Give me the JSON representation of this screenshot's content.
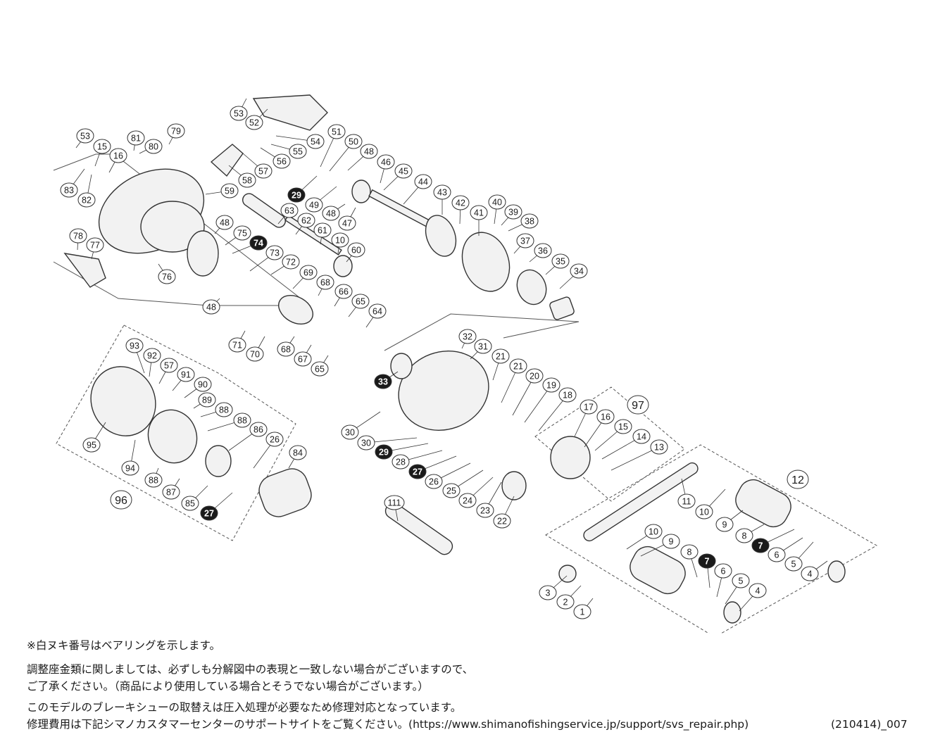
{
  "diagram": {
    "part_numbers": [
      "1",
      "2",
      "3",
      "4",
      "5",
      "6",
      "7",
      "8",
      "9",
      "10",
      "11",
      "12",
      "13",
      "14",
      "15",
      "16",
      "17",
      "18",
      "19",
      "20",
      "21",
      "22",
      "23",
      "24",
      "25",
      "26",
      "27",
      "28",
      "29",
      "30",
      "31",
      "32",
      "33",
      "34",
      "35",
      "36",
      "37",
      "38",
      "39",
      "40",
      "41",
      "42",
      "43",
      "44",
      "45",
      "46",
      "47",
      "48",
      "49",
      "50",
      "51",
      "52",
      "53",
      "54",
      "55",
      "56",
      "57",
      "58",
      "59",
      "60",
      "61",
      "62",
      "63",
      "64",
      "65",
      "66",
      "67",
      "68",
      "69",
      "70",
      "71",
      "72",
      "73",
      "74",
      "75",
      "76",
      "77",
      "78",
      "79",
      "80",
      "81",
      "82",
      "83",
      "84",
      "85",
      "86",
      "87",
      "88",
      "89",
      "90",
      "91",
      "92",
      "93",
      "94",
      "95",
      "96",
      "97",
      "111"
    ],
    "bearing_numbers": [
      "7",
      "27",
      "29",
      "33",
      "74"
    ],
    "assembly_numbers": [
      "12",
      "96",
      "97"
    ],
    "colors": {
      "line": "#333333",
      "bubble_fill": "#ffffff",
      "bearing_fill": "#1a1a1a",
      "part_fill": "#f2f2f2"
    }
  },
  "notes": {
    "bearing_note": "※白ヌキ番号はベアリングを示します。",
    "shim_note_line1": "調整座金類に関しましては、必ずしも分解図中の表現と一致しない場合がございますので、",
    "shim_note_line2": "ご了承ください。（商品により使用している場合とそうでない場合がございます。）",
    "repair_note_line1": "このモデルのブレーキシューの取替えは圧入処理が必要なため修理対応となっています。",
    "repair_note_line2": "修理費用は下記シマノカスタマーセンターのサポートサイトをご覧ください。(https://www.shimanofishingservice.jp/support/svs_repair.php)"
  },
  "document_code": "(210414)_007"
}
